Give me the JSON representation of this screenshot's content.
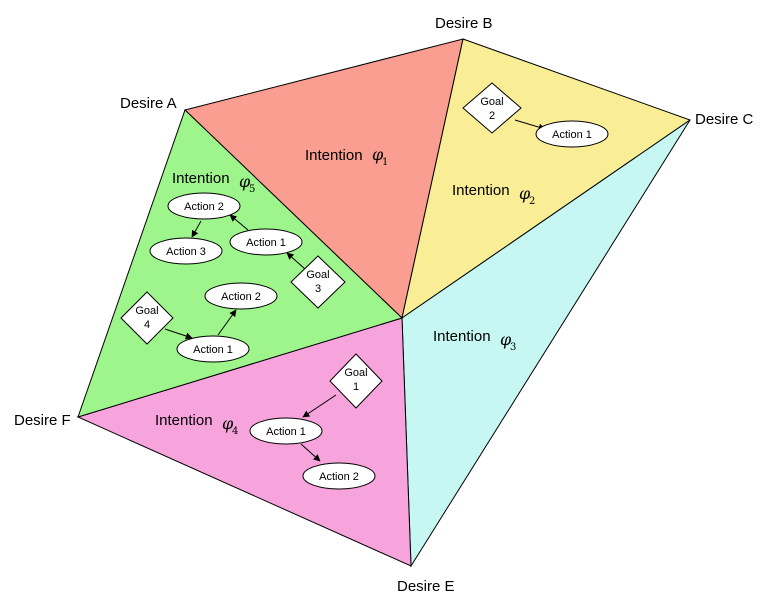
{
  "desires": {
    "a": "Desire A",
    "b": "Desire B",
    "c": "Desire C",
    "e": "Desire E",
    "f": "Desire F"
  },
  "intentions": {
    "i1": {
      "label": "Intention",
      "symbol": "φ",
      "sub": "1"
    },
    "i2": {
      "label": "Intention",
      "symbol": "φ",
      "sub": "2"
    },
    "i3": {
      "label": "Intention",
      "symbol": "φ",
      "sub": "3"
    },
    "i4": {
      "label": "Intention",
      "symbol": "φ",
      "sub": "4"
    },
    "i5": {
      "label": "Intention",
      "symbol": "φ",
      "sub": "5"
    }
  },
  "colors": {
    "intention_1": "#f99e90",
    "intention_2": "#f9ee96",
    "intention_3": "#c6f7f3",
    "intention_4": "#f7a3dc",
    "intention_5": "#9ef58c"
  },
  "nodes": {
    "g1": {
      "line1": "Goal",
      "line2": "1"
    },
    "g2": {
      "line1": "Goal",
      "line2": "2"
    },
    "g3": {
      "line1": "Goal",
      "line2": "3"
    },
    "g4": {
      "line1": "Goal",
      "line2": "4"
    },
    "i2_a1": "Action 1",
    "i4_a1": "Action 1",
    "i4_a2": "Action 2",
    "i5_a2_top": "Action 2",
    "i5_a3": "Action 3",
    "i5_a1_g3": "Action 1",
    "i5_a2_g4": "Action 2",
    "i5_a1_g4": "Action 1"
  }
}
